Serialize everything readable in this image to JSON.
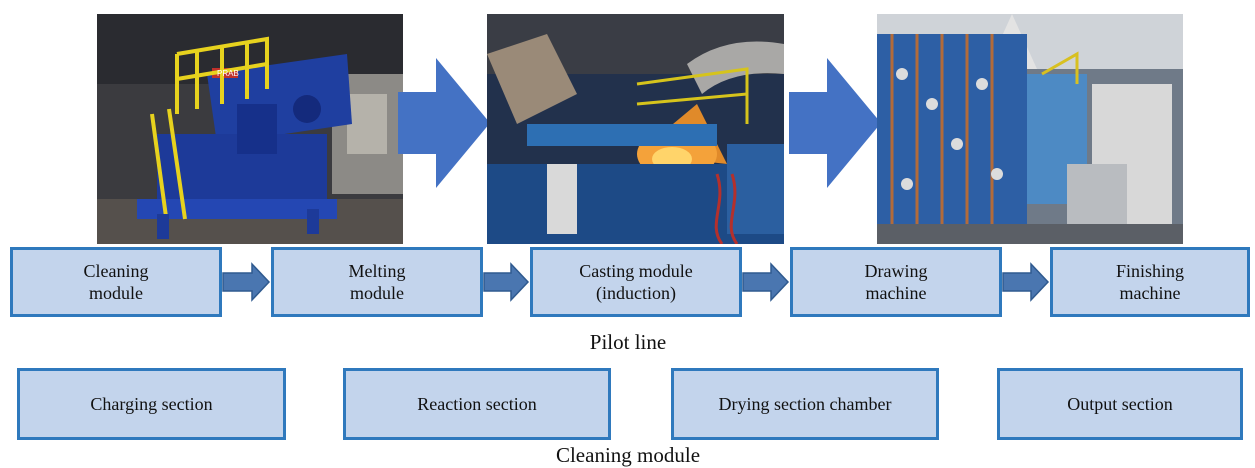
{
  "pilot_line": {
    "caption": "Pilot line",
    "steps": [
      {
        "label": "Cleaning\nmodule"
      },
      {
        "label": "Melting\nmodule"
      },
      {
        "label": "Casting module\n(induction)"
      },
      {
        "label": "Drawing\nmachine"
      },
      {
        "label": "Finishing\nmachine"
      }
    ]
  },
  "cleaning_module": {
    "caption": "Cleaning module",
    "sections": [
      {
        "label": "Charging section"
      },
      {
        "label": "Reaction section"
      },
      {
        "label": "Drying section chamber"
      },
      {
        "label": "Output section"
      }
    ]
  },
  "photos": {
    "cleaning_machine_brand": "PRAB"
  },
  "colors": {
    "box_fill": "#c3d4ec",
    "box_border": "#2f79bd",
    "arrow_fill": "#4472c4",
    "small_arrow_fill": "#4a76b0"
  }
}
